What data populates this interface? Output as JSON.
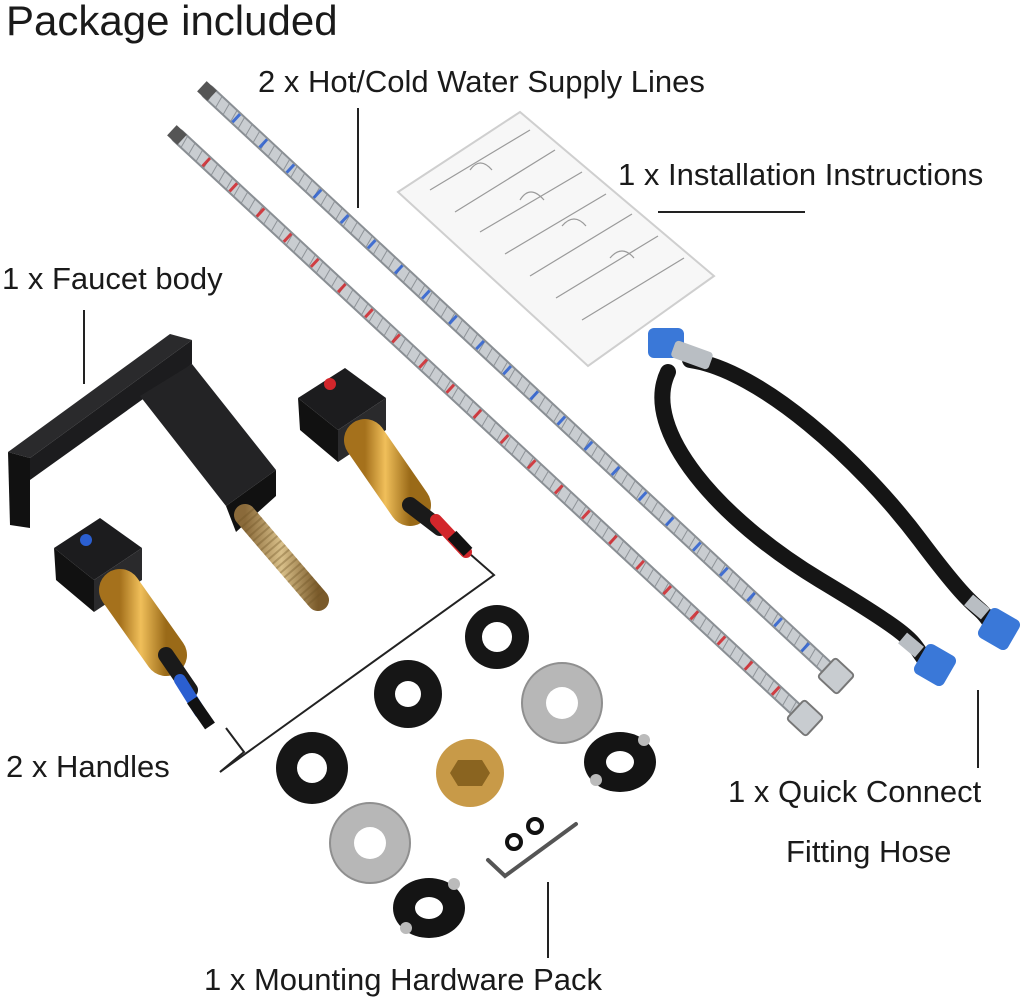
{
  "title": "Package included",
  "labels": {
    "supply_lines": "2 x Hot/Cold Water Supply Lines",
    "instructions": "1 x Installation Instructions",
    "faucet_body": "1 x Faucet body",
    "handles": "2 x Handles",
    "quick_connect_line1": "1 x Quick Connect",
    "quick_connect_line2": "Fitting Hose",
    "hardware_pack": "1 x Mounting Hardware Pack"
  },
  "colors": {
    "faucet_black": "#1c1c1e",
    "brass": "#d9a23a",
    "braided_steel": "#bfc3c7",
    "hot_marker": "#d2262b",
    "cold_marker": "#2b5fd1",
    "quick_connect_blue": "#3a78d8",
    "washer_silver": "#b7b7b7",
    "nut_brass": "#c89a48"
  }
}
